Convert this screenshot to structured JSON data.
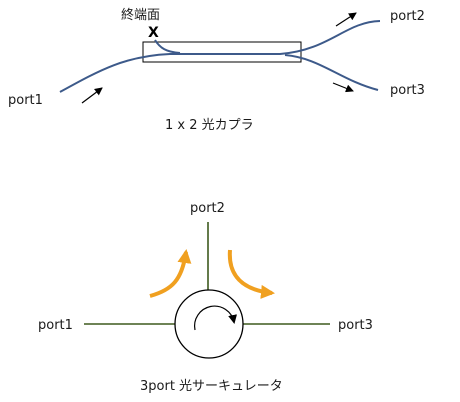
{
  "coupler": {
    "end_face_label": "終端面",
    "end_face_marker": "X",
    "port1": "port1",
    "port2": "port2",
    "port3": "port3",
    "caption": "1 x 2 光カプラ",
    "fiber_color": "#3d5a8a"
  },
  "circulator": {
    "port1": "port1",
    "port2": "port2",
    "port3": "port3",
    "caption": "3port 光サーキュレータ",
    "line_color": "#3e5a1e",
    "arrow_color": "#f0a020"
  }
}
